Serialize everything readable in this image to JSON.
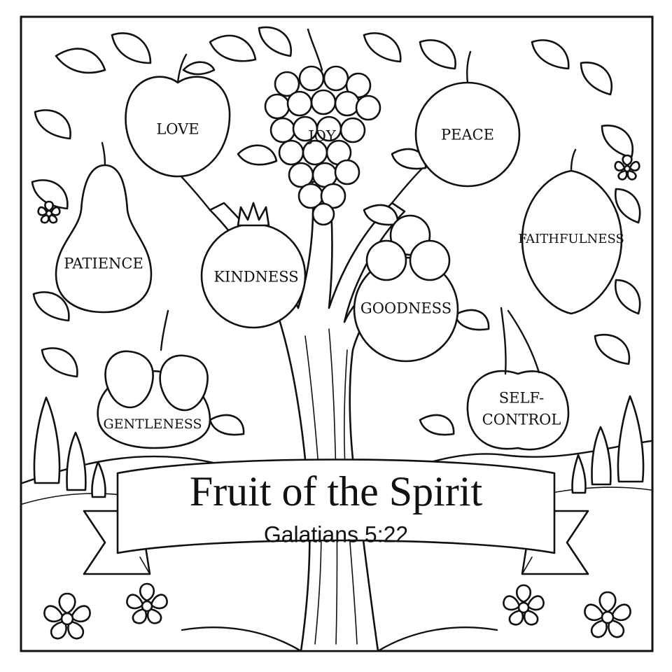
{
  "page": {
    "title": "Fruit of the Spirit",
    "subtitle": "Galatians 5:22"
  },
  "fruits": {
    "love": "LOVE",
    "joy": "JOY",
    "peace": "PEACE",
    "patience": "PATIENCE",
    "kindness": "KINDNESS",
    "goodness": "GOODNESS",
    "faithfulness": "FAITHFULNESS",
    "gentleness": "GENTLENESS",
    "self_control_line1": "SELF-",
    "self_control_line2": "CONTROL"
  },
  "colors": {
    "ink": "#111111",
    "paper": "#ffffff"
  },
  "icons": {
    "apple": "apple-icon",
    "grapes": "grapes-icon",
    "orange": "orange-icon",
    "pear": "pear-icon",
    "pomegranate": "pomegranate-icon",
    "berries": "berries-icon",
    "lemon": "lemon-icon",
    "strawberries": "strawberry-icon",
    "cherries": "cherry-icon",
    "tree": "tree-icon",
    "banner": "ribbon-banner-icon",
    "flower": "flower-icon",
    "cypress": "cypress-tree-icon"
  }
}
